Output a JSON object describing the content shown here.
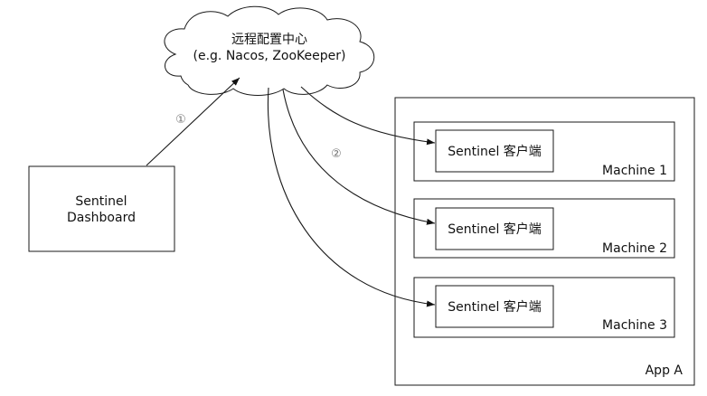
{
  "config_center": {
    "title": "远程配置中心",
    "subtitle": "(e.g. Nacos, ZooKeeper)"
  },
  "dashboard": {
    "line1": "Sentinel",
    "line2": "Dashboard"
  },
  "app": {
    "label": "App A",
    "machines": [
      {
        "label": "Machine 1",
        "client": "Sentinel 客户端"
      },
      {
        "label": "Machine 2",
        "client": "Sentinel 客户端"
      },
      {
        "label": "Machine 3",
        "client": "Sentinel 客户端"
      }
    ]
  },
  "steps": {
    "push": "①",
    "pull": "②"
  }
}
